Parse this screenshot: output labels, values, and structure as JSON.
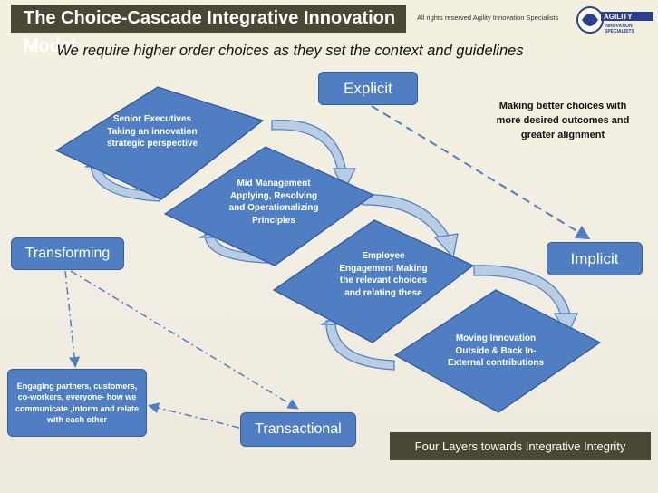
{
  "header": {
    "title": "The Choice-Cascade Integrative Innovation Model",
    "copyright": "All rights reserved  Agility Innovation Specialists",
    "logo_text": "AGILITY INNOVATION SPECIALISTS"
  },
  "subtitle": "We require higher order choices as they set the context and guidelines",
  "layers": [
    {
      "label": "Senior Executives Taking an innovation strategic perspective"
    },
    {
      "label": "Mid Management Applying, Resolving and Operationalizing Principles"
    },
    {
      "label": "Employee Engagement Making the relevant choices and relating these"
    },
    {
      "label": "Moving Innovation Outside & Back In- External contributions"
    }
  ],
  "boxes": {
    "explicit": "Explicit",
    "implicit": "Implicit",
    "transforming": "Transforming",
    "transactional": "Transactional",
    "engaging": "Engaging partners, customers, co-workers, everyone- how we communicate ,inform and relate with each other"
  },
  "side_note": "Making better choices with more desired outcomes and greater alignment",
  "footer_banner": "Four Layers towards Integrative Integrity",
  "colors": {
    "diamond_fill": "#4f7ec2",
    "diamond_stroke": "#2f5597",
    "loop_fill": "#b8cce4",
    "loop_stroke": "#4f7ec2",
    "banner_bg": "#4a4735"
  }
}
